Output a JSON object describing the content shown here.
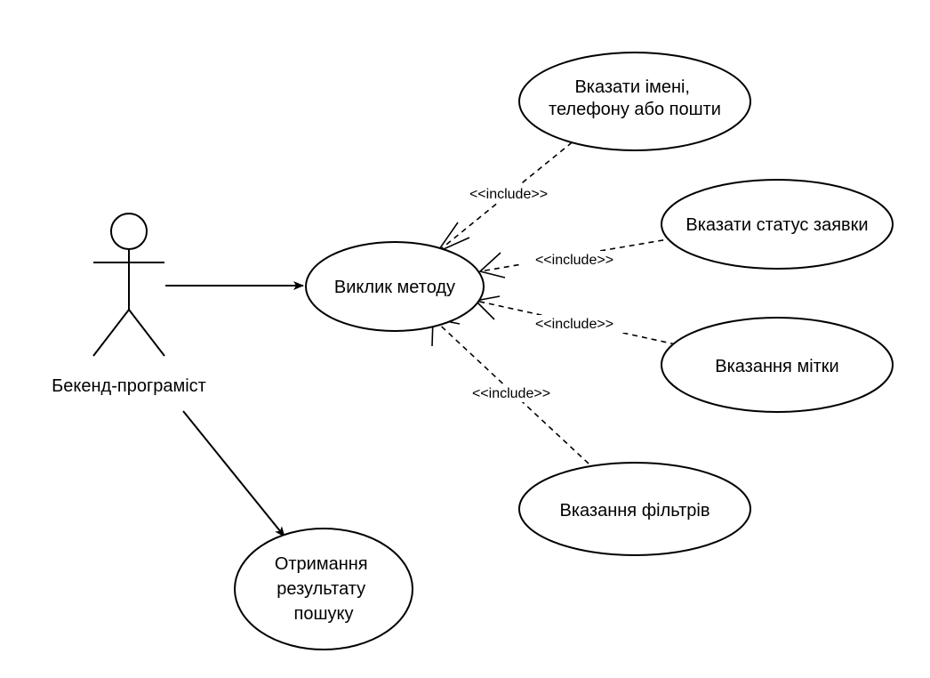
{
  "actor": {
    "name": "Бекенд-програміст"
  },
  "use_cases": {
    "call": "Виклик методу",
    "result": [
      "Отримання",
      "результату",
      "пошуку"
    ],
    "name_phone": [
      "Вказати імені,",
      "телефону або пошти"
    ],
    "status": "Вказати статус заявки",
    "tag": "Вказання мітки",
    "filters": "Вказання фільтрів"
  },
  "relation_label": "<<include>>"
}
